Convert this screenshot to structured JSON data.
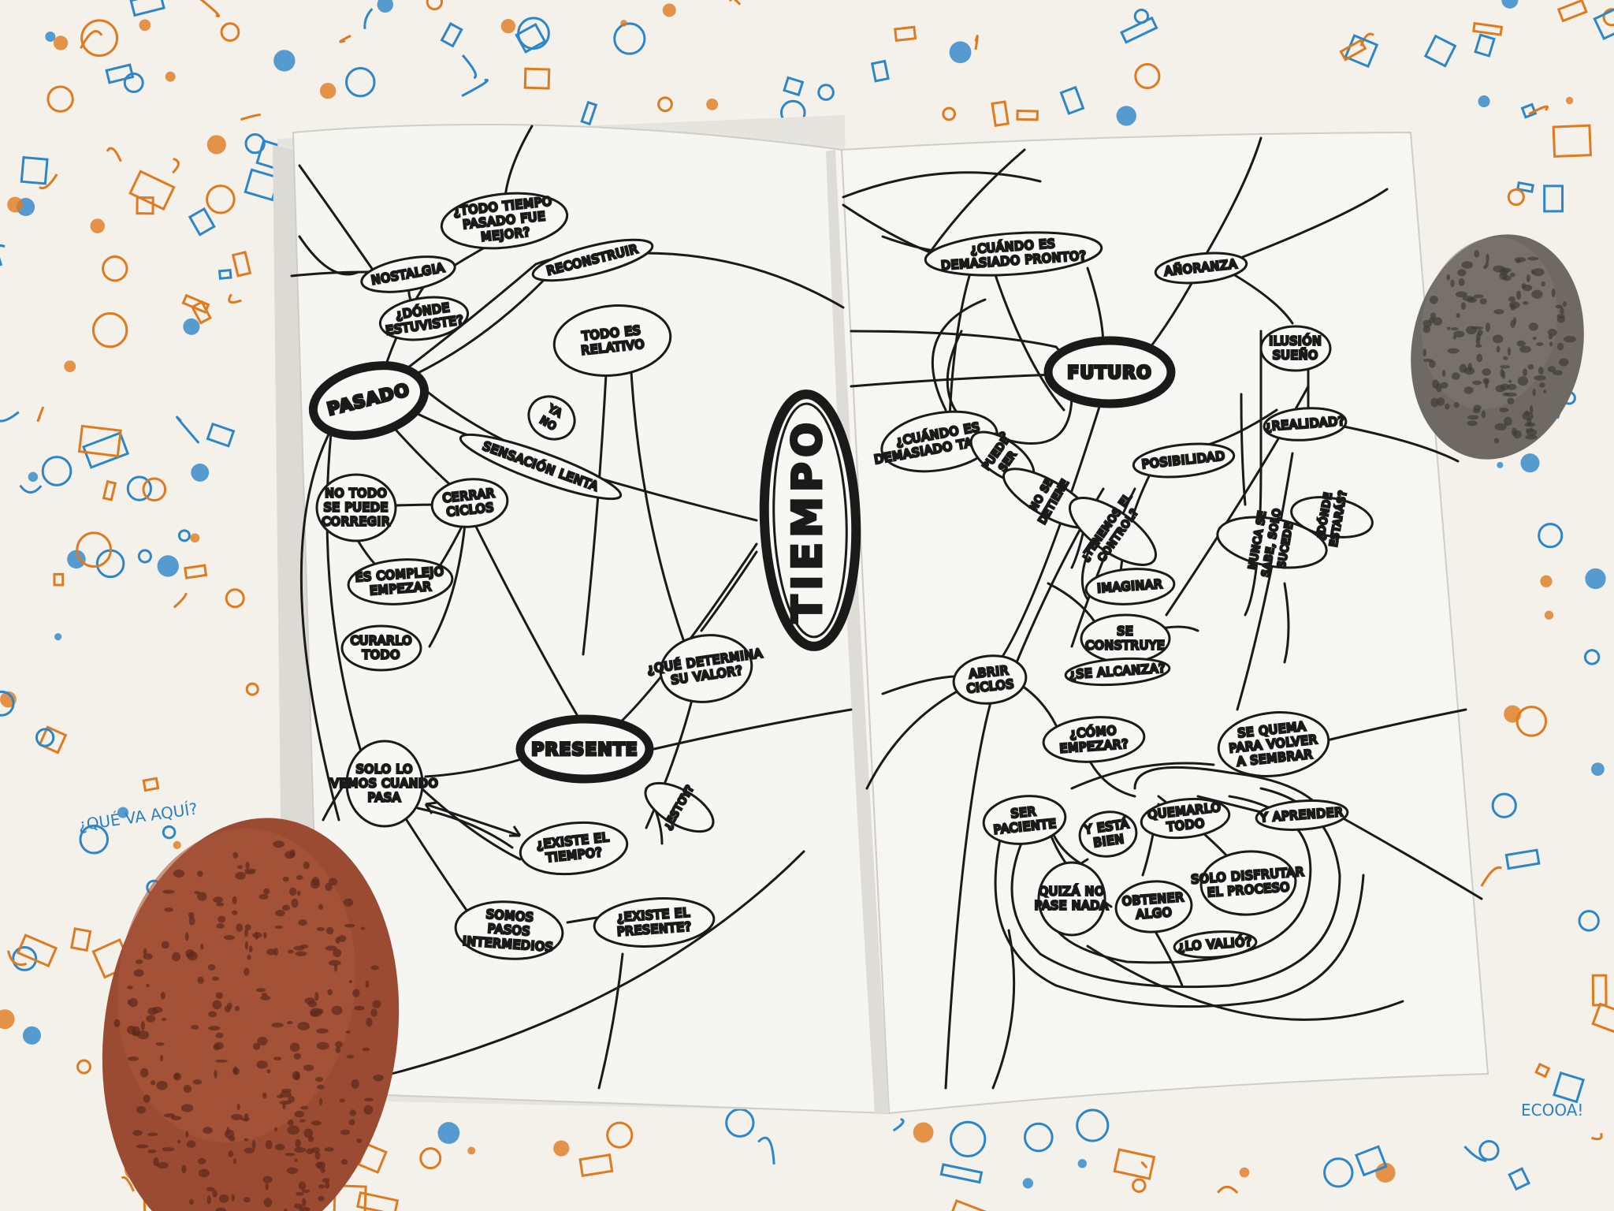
{
  "background": {
    "paper_color": "#f3f1ea",
    "ink_blue": "#2d86c8",
    "ink_orange": "#e07a1f",
    "doodle_text": "¿QUÉ VA AQUÍ?",
    "corner_text": "ECOOA!"
  },
  "stones": {
    "red_stone_color": "#9b4b32",
    "gray_stone_color": "#6e6a63"
  },
  "mindmap": {
    "center": "TIEMPO",
    "nodes": {
      "todo_tiempo": "¿TODO TIEMPO PASADO FUE MEJOR?",
      "nostalgia": "NOSTALGIA",
      "donde_estuviste": "¿DÓNDE ESTUVISTE?",
      "reconstruir": "RECONSTRUIR",
      "todo_relativo": "TODO ES RELATIVO",
      "pasado": "PASADO",
      "ya_no": "YA NO",
      "sensacion_lenta": "SENSACIÓN LENTA",
      "no_todo": "NO TODO SE PUEDE CORREGIR",
      "cerrar_ciclos": "CERRAR CICLOS",
      "es_complejo": "ES COMPLEJO EMPEZAR",
      "curarlo_todo": "CURARLO TODO",
      "que_determina": "¿QUÉ DETERMINA SU VALOR?",
      "presente": "PRESENTE",
      "solo_lo_vemos": "SOLO LO VEMOS CUANDO PASA",
      "estoy": "¿ESTOY?",
      "existe_tiempo": "¿EXISTE EL TIEMPO?",
      "somos_pasos": "SOMOS PASOS INTERMEDIOS",
      "existe_presente": "¿EXISTE EL PRESENTE?",
      "cuando_pronto": "¿CUÁNDO ES DEMASIADO PRONTO?",
      "anoranza": "AÑORANZA",
      "futuro": "FUTURO",
      "ilusion": "ILUSIÓN SUEÑO",
      "cuando_tarde": "¿CUÁNDO ES DEMASIADO TARDE?",
      "puede_ser": "PUEDE SER",
      "no_se_detiene": "NO SE DETIENE",
      "realidad": "¿REALIDAD?",
      "posibilidad": "POSIBILIDAD",
      "tenemos_control": "¿TENEMOS EL CONTROL?",
      "nunca_se_sabe": "NUNCA SE SABE, SOLO SUCEDE",
      "donde_estaras": "¿DÓNDE ESTARÁS?",
      "imaginar": "IMAGINAR",
      "se_construye": "SE CONSTRUYE",
      "se_alcanza": "¿SE ALCANZA?",
      "abrir_ciclos": "ABRIR CICLOS",
      "como_empezar": "¿CÓMO EMPEZAR?",
      "se_quema": "SE QUEMA PARA VOLVER A SEMBRAR",
      "ser_paciente": "SER PACIENTE",
      "y_esta_bien": "Y ESTÁ BIEN",
      "quemarlo_todo": "QUEMARLO TODO",
      "y_aprender": "Y APRENDER",
      "quiza": "QUIZÁ NO PASE NADA",
      "obtener_algo": "OBTENER ALGO",
      "solo_disfrutar": "SOLO DISFRUTAR EL PROCESO",
      "lo_valio": "¿LO VALIÓ?"
    }
  }
}
